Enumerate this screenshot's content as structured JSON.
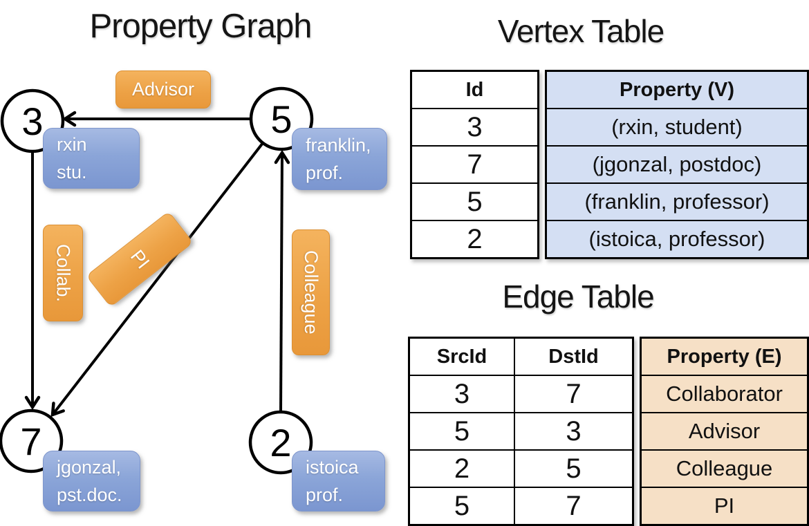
{
  "colors": {
    "orange_box_top": "#F4B35E",
    "orange_box_bottom": "#E8983A",
    "blue_box_top": "#A6BAE3",
    "blue_box_bottom": "#7B96D0",
    "vertex_property_fill": "#D4DFF3",
    "edge_property_fill": "#F6E0C6",
    "line_color": "#000000",
    "background": "#FFFFFF"
  },
  "graph": {
    "title": "Property Graph",
    "nodes": [
      {
        "id": "3",
        "property_lines": [
          "rxin",
          "stu."
        ]
      },
      {
        "id": "5",
        "property_lines": [
          "franklin,",
          "prof."
        ]
      },
      {
        "id": "7",
        "property_lines": [
          "jgonzal,",
          "pst.doc."
        ]
      },
      {
        "id": "2",
        "property_lines": [
          "istoica",
          "prof."
        ]
      }
    ],
    "edges": [
      {
        "from": "5",
        "to": "3",
        "label": "Advisor"
      },
      {
        "from": "3",
        "to": "7",
        "label": "Collab."
      },
      {
        "from": "5",
        "to": "7",
        "label": "PI"
      },
      {
        "from": "2",
        "to": "5",
        "label": "Colleague"
      }
    ]
  },
  "vertex_table": {
    "title": "Vertex Table",
    "columns": [
      "Id",
      "Property (V)"
    ],
    "rows": [
      {
        "id": "3",
        "property": "(rxin, student)"
      },
      {
        "id": "7",
        "property": "(jgonzal, postdoc)"
      },
      {
        "id": "5",
        "property": "(franklin, professor)"
      },
      {
        "id": "2",
        "property": "(istoica, professor)"
      }
    ]
  },
  "edge_table": {
    "title": "Edge Table",
    "columns": [
      "SrcId",
      "DstId",
      "Property (E)"
    ],
    "rows": [
      {
        "src": "3",
        "dst": "7",
        "property": "Collaborator"
      },
      {
        "src": "5",
        "dst": "3",
        "property": "Advisor"
      },
      {
        "src": "2",
        "dst": "5",
        "property": "Colleague"
      },
      {
        "src": "5",
        "dst": "7",
        "property": "PI"
      }
    ]
  }
}
